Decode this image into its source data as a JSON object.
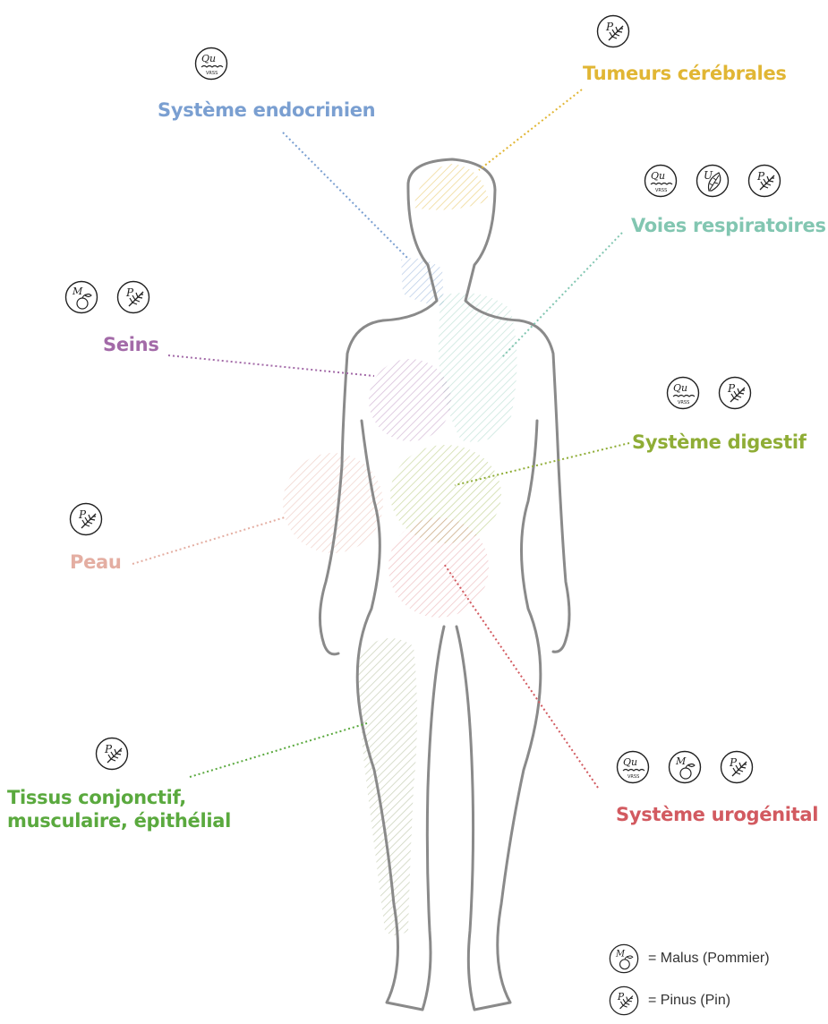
{
  "colors": {
    "endocrine": "#7a9fd1",
    "tumeurs": "#e1b634",
    "respiratoire": "#82c6b1",
    "seins": "#a36aa8",
    "digestif": "#8fad36",
    "peau": "#e4aea2",
    "urogenital": "#d25a60",
    "tissus": "#5aa93e",
    "body": "#8a8a8a",
    "legend_text": "#333333"
  },
  "regions": {
    "endocrine": {
      "label": "Système endocrinien",
      "icons": [
        "quercus-icon"
      ]
    },
    "tumeurs": {
      "label": "Tumeurs cérébrales",
      "icons": [
        "pinus-icon"
      ]
    },
    "respiratoire": {
      "label": "Voies respiratoires",
      "icons": [
        "quercus-icon",
        "ulmus-icon",
        "pinus-icon"
      ]
    },
    "seins": {
      "label": "Seins",
      "icons": [
        "malus-icon",
        "pinus-icon"
      ]
    },
    "digestif": {
      "label": "Système digestif",
      "icons": [
        "quercus-icon",
        "pinus-icon"
      ]
    },
    "peau": {
      "label": "Peau",
      "icons": [
        "pinus-icon"
      ]
    },
    "urogenital": {
      "label": "Système urogénital",
      "icons": [
        "quercus-icon",
        "malus-icon",
        "pinus-icon"
      ]
    },
    "tissus": {
      "label_line1": "Tissus conjonctif,",
      "label_line2": "musculaire, épithélial",
      "icons": [
        "pinus-icon"
      ]
    }
  },
  "legend": [
    {
      "icon": "malus-icon",
      "text": "= Malus (Pommier)"
    },
    {
      "icon": "pinus-icon",
      "text": "= Pinus (Pin)"
    }
  ]
}
